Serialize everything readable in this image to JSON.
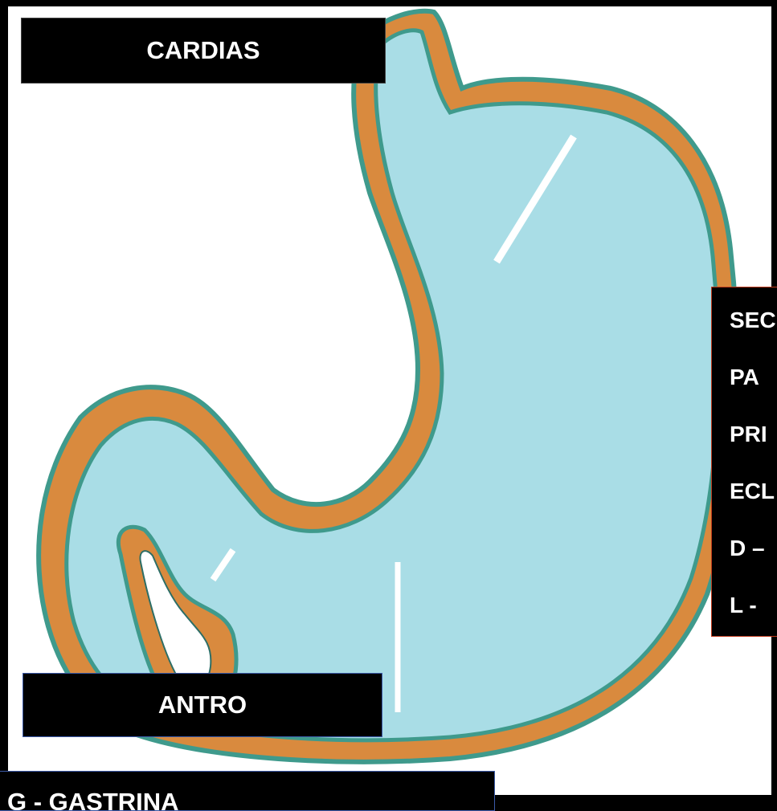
{
  "labels": {
    "cardias": "CARDIAS",
    "antro": "ANTRO",
    "gastrina": "G - GASTRINA"
  },
  "secretion_list": [
    "SEC",
    "PA",
    "PRI",
    "ECL",
    "D –",
    "L -"
  ],
  "colors": {
    "background": "#000000",
    "lumen": "#a9dde6",
    "muscle": "#d98a3e",
    "mucosa": "#3f9a8c",
    "label_bg": "#000000",
    "label_text": "#ffffff"
  }
}
